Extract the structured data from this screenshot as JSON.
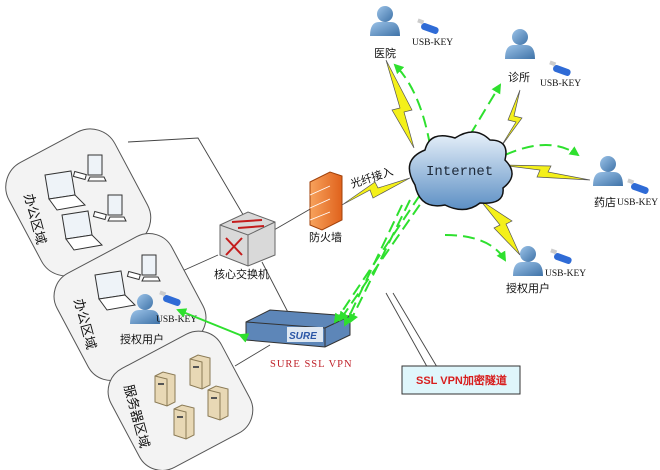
{
  "nodes": {
    "office_zone_1": {
      "label": "办公区域"
    },
    "office_zone_2": {
      "label": "办公区域",
      "user_label": "授权用户",
      "usb_label": "USB-KEY"
    },
    "server_zone": {
      "label": "服务器区域"
    },
    "core_switch": {
      "label": "核心交换机"
    },
    "firewall": {
      "label": "防火墙"
    },
    "vpn": {
      "label": "SURE  SSL  VPN",
      "badge": "SURE"
    },
    "internet": {
      "label": "Internet"
    },
    "fiber_link": {
      "label": "光纤接入"
    },
    "remote_users": [
      {
        "label": "医院",
        "usb_label": "USB-KEY"
      },
      {
        "label": "诊所",
        "usb_label": "USB-KEY"
      },
      {
        "label": "药店",
        "usb_label": "USB-KEY"
      },
      {
        "label": "授权用户",
        "usb_label": "USB-KEY"
      }
    ]
  },
  "callout": {
    "label": "SSL VPN加密隧道"
  },
  "colors": {
    "tunnel_arrow": "#2ee02e",
    "lightning": "#f4f01a",
    "callout_bg": "#dff6fb",
    "callout_text": "#d81e1e",
    "vpn_label": "#c0232b",
    "user": "#5b8fc2"
  }
}
